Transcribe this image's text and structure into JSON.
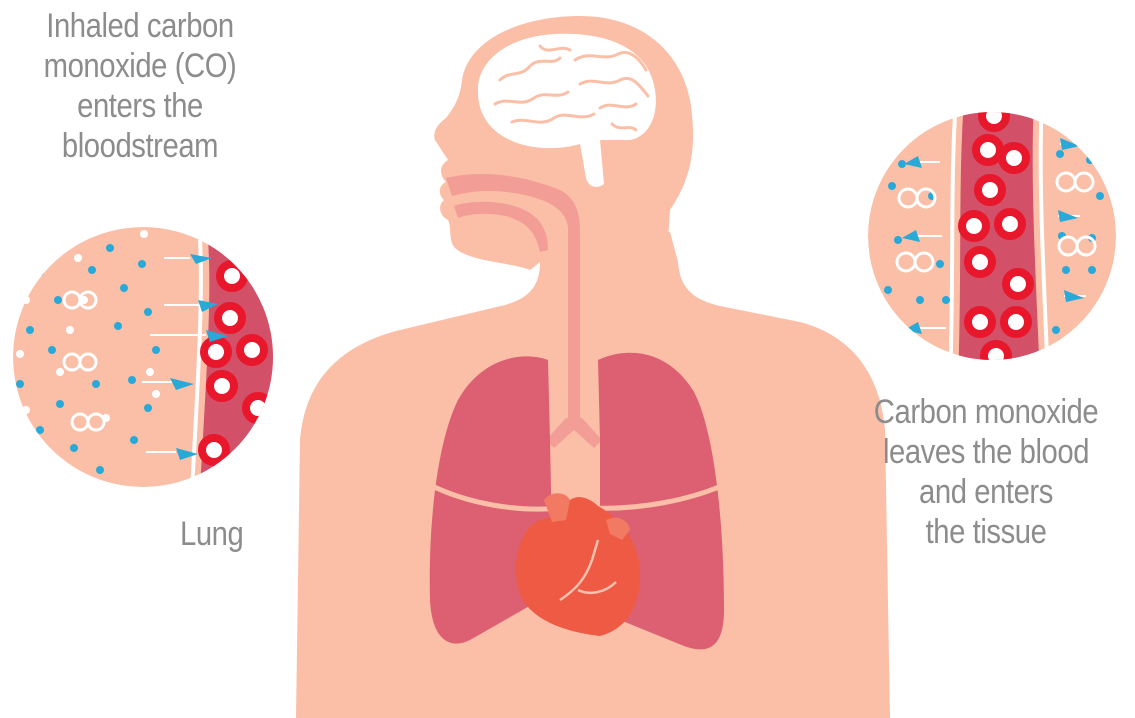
{
  "labels": {
    "inhaled": [
      "Inhaled carbon",
      "monoxide (CO)",
      "enters the",
      "bloodstream"
    ],
    "lung": "Lung",
    "leaves": [
      "Carbon monoxide",
      "leaves the blood",
      "and enters",
      "the tissue"
    ]
  },
  "colors": {
    "skin": "#fbbfa8",
    "lung": "#dd5f72",
    "heart": "#ef5a44",
    "vessel": "#d25068",
    "blood_cell": "#e8172c",
    "co_particle": "#29a9d8",
    "text": "#8c8c8c"
  }
}
